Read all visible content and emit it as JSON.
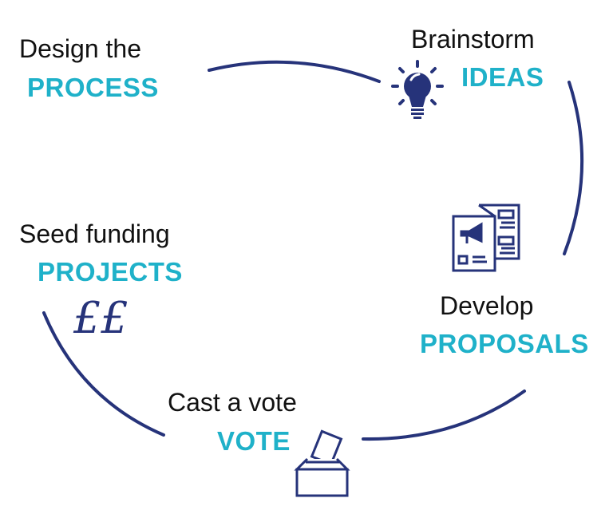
{
  "colors": {
    "navy": "#26337a",
    "teal": "#1fb1c9",
    "text": "#111111"
  },
  "steps": [
    {
      "title": "Design the",
      "highlight": "PROCESS",
      "icon": "none"
    },
    {
      "title": "Brainstorm",
      "highlight": "IDEAS",
      "icon": "lightbulb-icon"
    },
    {
      "title": "Develop",
      "highlight": "PROPOSALS",
      "icon": "leaflet-megaphone-icon"
    },
    {
      "title": "Cast a vote",
      "highlight": "VOTE",
      "icon": "ballot-box-icon"
    },
    {
      "title": "Seed funding",
      "highlight": "PROJECTS",
      "icon": "pound-sign-icon"
    }
  ],
  "pound_symbol": "££"
}
